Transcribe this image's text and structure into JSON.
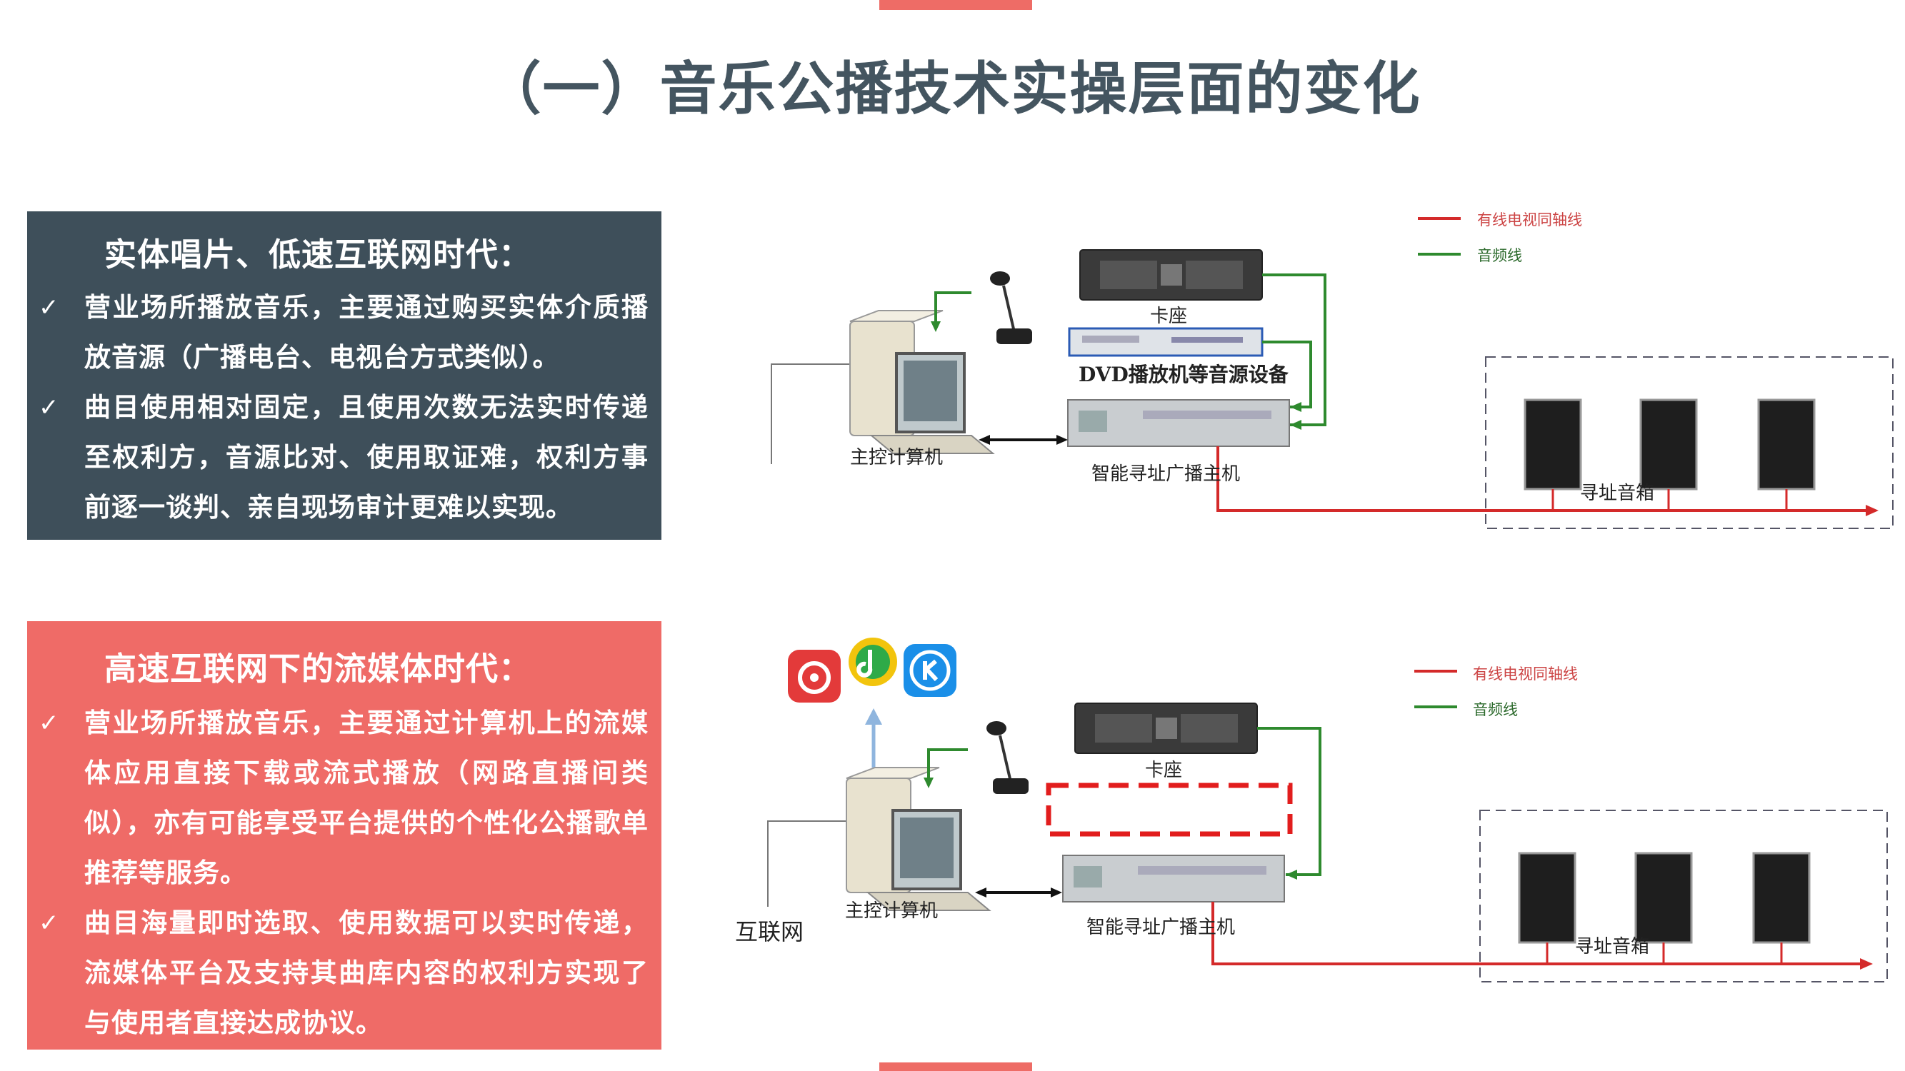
{
  "title": "（一）音乐公播技术实操层面的变化",
  "panels": {
    "physical": {
      "title": "实体唱片、低速互联网时代：",
      "bullets": [
        "营业场所播放音乐，主要通过购买实体介质播放音源（广播电台、电视台方式类似）。",
        "曲目使用相对固定，且使用次数无法实时传递至权利方，音源比对、使用取证难，权利方事前逐一谈判、亲自现场审计更难以实现。"
      ]
    },
    "streaming": {
      "title": "高速互联网下的流媒体时代：",
      "bullets": [
        "营业场所播放音乐，主要通过计算机上的流媒体应用直接下载或流式播放（网路直播间类似），亦有可能享受平台提供的个性化公播歌单推荐等服务。",
        "曲目海量即时选取、使用数据可以实时传递，流媒体平台及支持其曲库内容的权利方实现了与使用者直接达成协议。"
      ]
    }
  },
  "check_glyph": "✓",
  "diagram_top": {
    "legend_red": "有线电视同轴线",
    "legend_green": "音频线",
    "deck": "卡座",
    "dvd": "DVD播放机等音源设备",
    "computer": "主控计算机",
    "host": "智能寻址广播主机",
    "speakers": "寻址音箱"
  },
  "diagram_bottom": {
    "legend_red": "有线电视同轴线",
    "legend_green": "音频线",
    "deck": "卡座",
    "computer": "主控计算机",
    "host": "智能寻址广播主机",
    "speakers": "寻址音箱",
    "internet": "互联网",
    "apps": [
      "netease-cloud-music-icon",
      "qq-music-icon",
      "kugou-music-icon"
    ]
  },
  "colors": {
    "accent": "#ee6c66",
    "title": "#445560",
    "panel_dark": "#3e4f5a",
    "panel_red": "#ef6b67",
    "coax_line": "#d42a2a",
    "audio_line": "#2e8a2e"
  }
}
